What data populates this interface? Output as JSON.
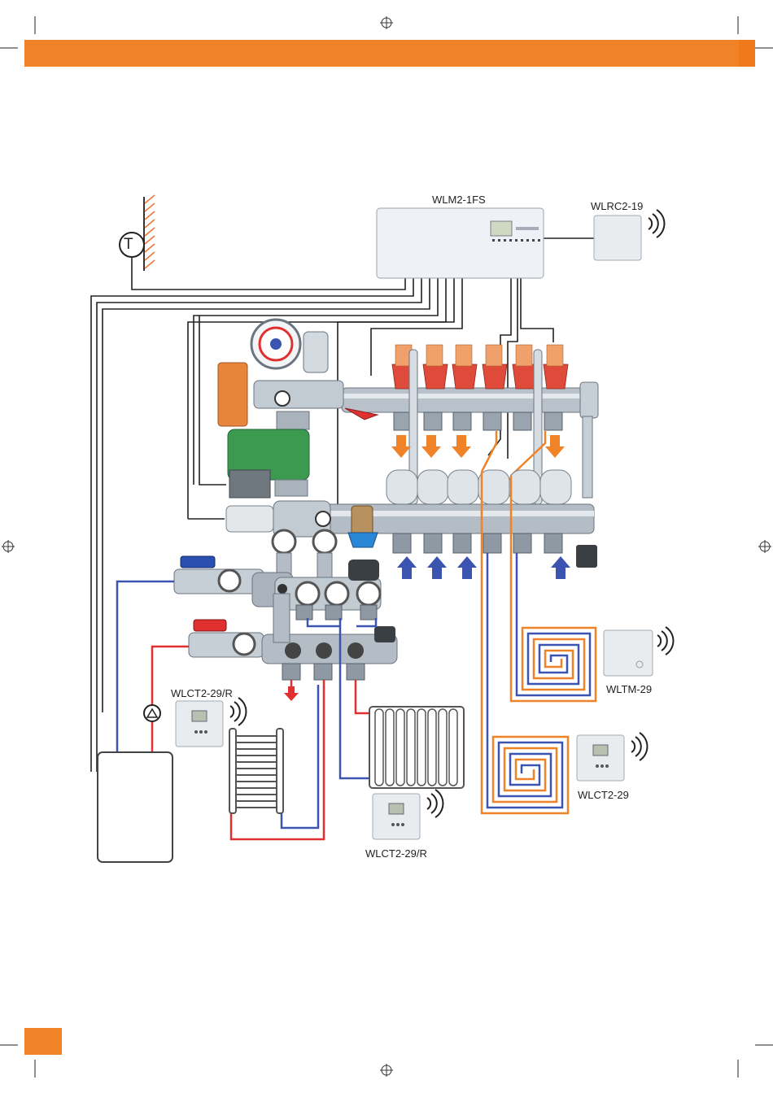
{
  "page": {
    "accent_color": "#f08228"
  },
  "diagram": {
    "devices": {
      "controller_label": "WLM2-1FS",
      "remote_label": "WLRC2-19",
      "thermostat_top_right_label": "WLTM-29",
      "thermostat_mid_right_label": "WLCT2-29",
      "thermostat_left_label": "WLCT2-29/R",
      "thermostat_bottom_label": "WLCT2-29/R",
      "sensor_symbol": "T"
    },
    "colors": {
      "supply_hot": "#e03030",
      "return_cold": "#3a54b0",
      "underfloor_orange": "#f08228",
      "cable": "#222222",
      "pump_green": "#3c9a50"
    },
    "icons": [
      "wireless-signal-icon",
      "thermometer-sensor-icon",
      "circulation-pump-icon",
      "flow-arrow-icon"
    ]
  }
}
